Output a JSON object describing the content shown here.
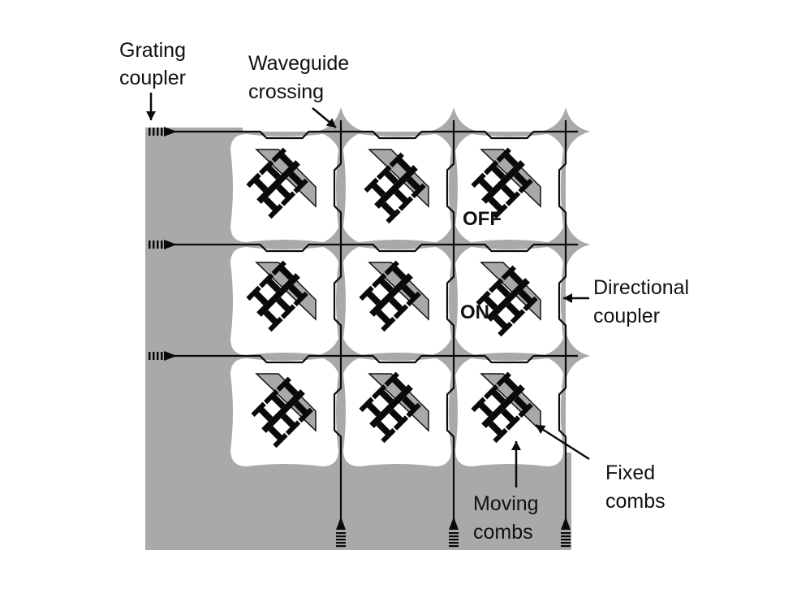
{
  "figure": {
    "title": "MEMS optical switch matrix schematic",
    "colors": {
      "substrate": "#a9a9a9",
      "cell": "#ffffff",
      "waveguide": "#0a0a0a",
      "mirror": "#a9a9a9"
    },
    "grid": {
      "rows": 3,
      "cols": 3
    },
    "cells": [
      {
        "row": 0,
        "col": 0,
        "state": "off"
      },
      {
        "row": 0,
        "col": 1,
        "state": "on"
      },
      {
        "row": 0,
        "col": 2,
        "state": "off",
        "label": "OFF"
      },
      {
        "row": 1,
        "col": 0,
        "state": "off"
      },
      {
        "row": 1,
        "col": 1,
        "state": "off"
      },
      {
        "row": 1,
        "col": 2,
        "state": "on",
        "label": "ON"
      },
      {
        "row": 2,
        "col": 0,
        "state": "on"
      },
      {
        "row": 2,
        "col": 1,
        "state": "off"
      },
      {
        "row": 2,
        "col": 2,
        "state": "off"
      }
    ],
    "labels": {
      "grating_coupler": [
        "Grating",
        "coupler"
      ],
      "waveguide_crossing": [
        "Waveguide",
        "crossing"
      ],
      "directional_coupler": [
        "Directional",
        "coupler"
      ],
      "fixed_combs": [
        "Fixed",
        "combs"
      ],
      "moving_combs": [
        "Moving",
        "combs"
      ],
      "off": "OFF",
      "on": "ON"
    }
  }
}
